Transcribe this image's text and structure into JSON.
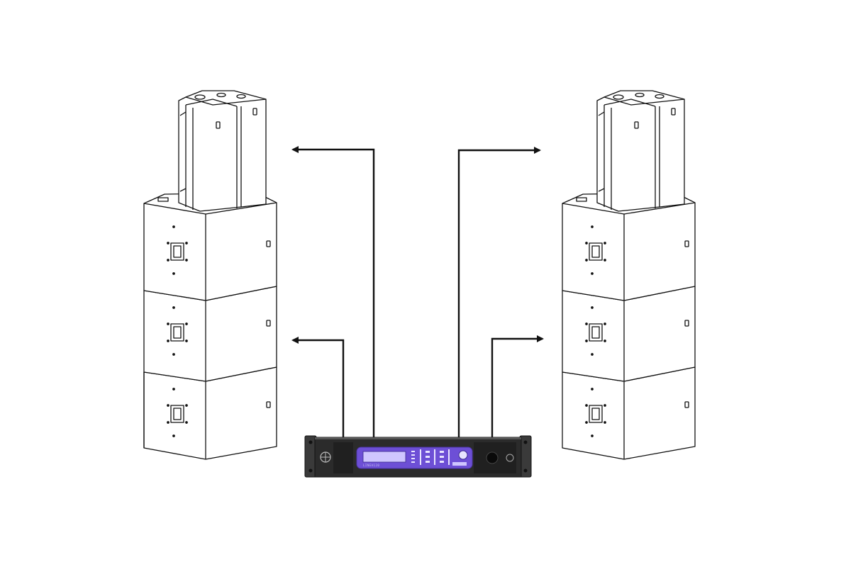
{
  "diagram": {
    "theme": {
      "background": "#ffffff",
      "line": "#111111",
      "speaker_fill": "#ffffff",
      "amp_body": "#2b2b2b",
      "amp_panel": "#6d4fd6",
      "amp_display": "#cfc6ff"
    },
    "left_stack": {
      "top_cabinet": "line-array-module",
      "subwoofers": 3
    },
    "right_stack": {
      "top_cabinet": "line-array-module",
      "subwoofers": 3
    },
    "amplifier": {
      "brand": "LINEA120",
      "icon": "power-knob-icon"
    },
    "connections": [
      {
        "from": "amplifier",
        "to": "left-top-cabinet",
        "direction": "left"
      },
      {
        "from": "amplifier",
        "to": "left-subwoofer-stack",
        "direction": "left"
      },
      {
        "from": "amplifier",
        "to": "right-top-cabinet",
        "direction": "right"
      },
      {
        "from": "amplifier",
        "to": "right-subwoofer-stack",
        "direction": "right"
      }
    ]
  }
}
